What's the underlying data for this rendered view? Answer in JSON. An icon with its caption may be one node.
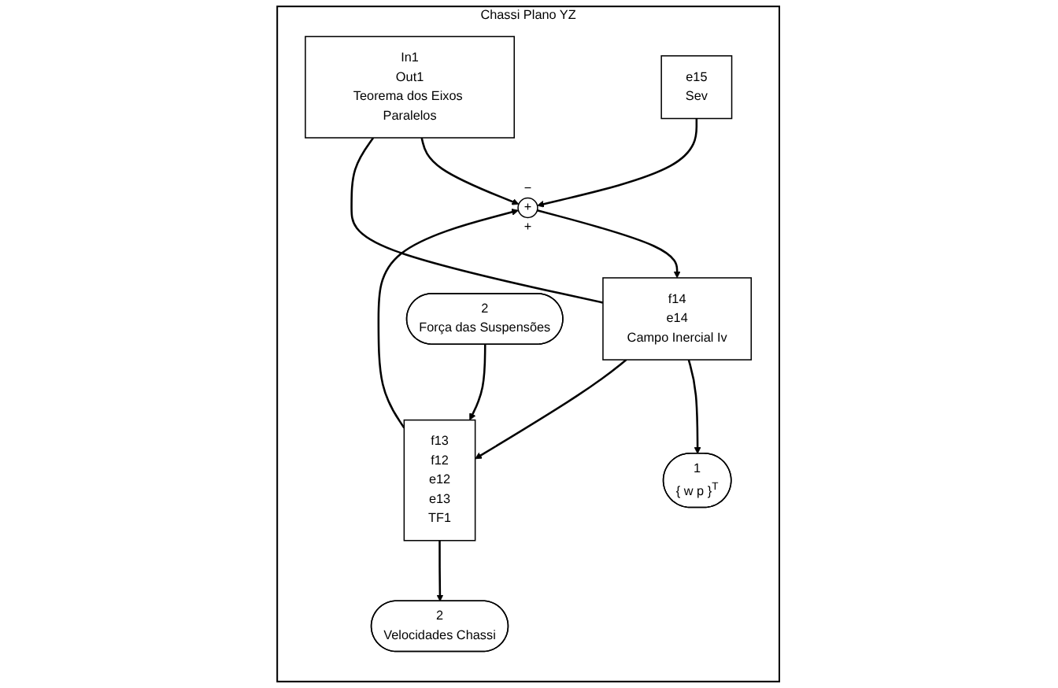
{
  "diagram": {
    "nodes": [
      {
        "text": [
          "Chassi Plano YZ"
        ]
      },
      {
        "text": [
          "In1",
          "Out1",
          "Teorema dos Eixos Paralelos"
        ],
        "in": 0
      },
      {
        "text": [
          "1",
          "{ w p }$^{T}$"
        ],
        "in": 0
      },
      {
        "text": [
          "f14",
          "e14",
          "Campo Inercial Iv"
        ],
        "in": 0
      },
      {
        "text": [
          "−",
          "+",
          "+"
        ],
        "in": 0
      },
      {
        "text": [
          "e15",
          "Sev"
        ],
        "in": 0
      },
      {
        "text": [
          "f13",
          "f12",
          "e12",
          "e13",
          "TF1"
        ],
        "in": 0
      },
      {
        "text": [
          "2",
          "Velocidades Chassi"
        ],
        "in": 0
      },
      {
        "text": [
          "2",
          "Força das Suspensões"
        ],
        "in": 0
      }
    ],
    "edges": [
      {
        "from": 3,
        "to": 1,
        "arrow": "none"
      },
      {
        "from": 3,
        "to": 2,
        "arrow": "to"
      },
      {
        "from": 3,
        "to": 6,
        "arrow": "to"
      },
      {
        "from": 1,
        "to": 4,
        "arrow": "to"
      },
      {
        "from": 5,
        "to": 4,
        "arrow": "to"
      },
      {
        "from": 4,
        "to": 3,
        "arrow": "to"
      },
      {
        "from": 6,
        "to": 7,
        "arrow": "to"
      },
      {
        "from": 8,
        "to": 6,
        "arrow": "to"
      },
      {
        "from": 6,
        "to": 4,
        "arrow": "to"
      }
    ]
  }
}
